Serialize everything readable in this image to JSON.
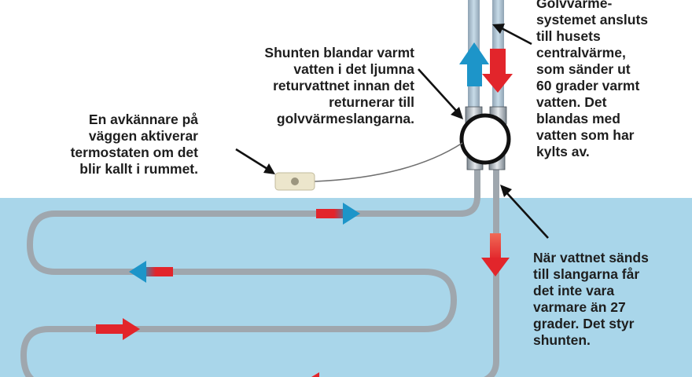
{
  "labels": {
    "shunt": [
      "Shunten blandar varmt",
      "vatten i det ljumna",
      "returvattnet innan det",
      "returnerar till",
      "golvvärmeslangarna."
    ],
    "sensor": [
      "En avkännare på",
      "väggen aktiverar",
      "termostaten om det",
      "blir kallt i rummet."
    ],
    "system": [
      "Golvvärme-",
      "systemet ansluts",
      "till husets",
      "centralvärme,",
      "som sänder ut",
      "60 grader varmt",
      "vatten. Det",
      "blandas med",
      "vatten som har",
      "kylts av."
    ],
    "outlet": [
      "När vattnet sänds",
      "till slangarna får",
      "det inte vara",
      "varmare än 27",
      "grader. Det styr",
      "shunten."
    ]
  },
  "colors": {
    "floor": "#a9d6ea",
    "hot": "#e2252b",
    "cold": "#1d95c9",
    "pipe": "#9fa7ae",
    "sensor": "#ece6cc"
  }
}
